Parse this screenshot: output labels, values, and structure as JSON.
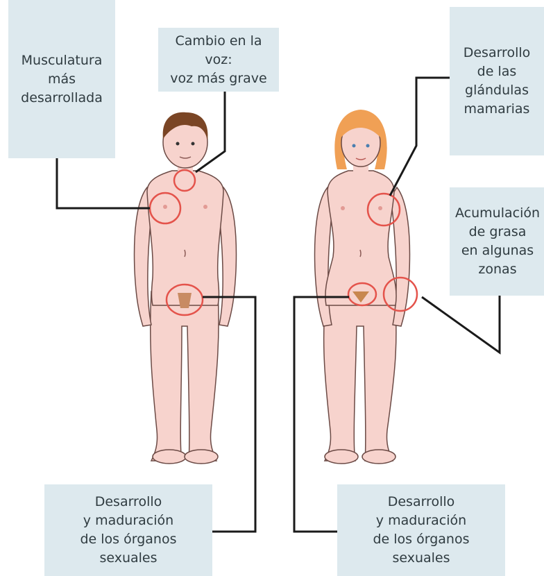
{
  "labels": {
    "musculatura": [
      "Musculatura",
      "más",
      "desarrollada"
    ],
    "voz": [
      "Cambio en la voz:",
      "voz más grave"
    ],
    "glandulas": [
      "Desarrollo",
      "de las",
      "glándulas",
      "mamarias"
    ],
    "grasa": [
      "Acumulación",
      "de grasa",
      "en algunas",
      "zonas"
    ],
    "organos_hombre": [
      "Desarrollo",
      "y maduración",
      "de los órganos",
      "sexuales"
    ],
    "organos_mujer": [
      "Desarrollo",
      "y maduración",
      "de los órganos",
      "sexuales"
    ]
  },
  "colors": {
    "skin": "#f7d3cd",
    "skin_outline": "#6b4a45",
    "boy_hair": "#7a4525",
    "girl_hair": "#f0a055",
    "highlight_circle": "#e4534b",
    "label_box": "#dde9ee",
    "leader_line": "#1a1a1a"
  }
}
